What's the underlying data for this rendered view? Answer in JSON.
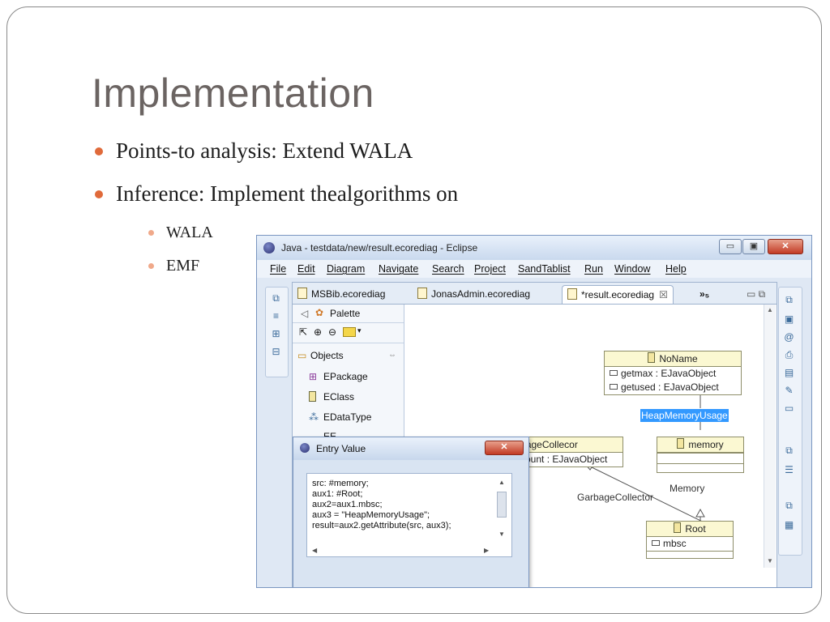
{
  "slide": {
    "title": "Implementation",
    "bullets": [
      "Points-to analysis: Extend WALA",
      "Inference: Implement thealgorithms on"
    ],
    "sub_bullets": [
      "WALA",
      "EMF"
    ]
  },
  "eclipse": {
    "title": "Java - testdata/new/result.ecorediag - Eclipse",
    "window_buttons": {
      "minimize": "▭",
      "maximize": "▣",
      "close": "✕"
    },
    "menu": [
      "File",
      "Edit",
      "Diagram",
      "Navigate",
      "Search",
      "Project",
      "SandTablist",
      "Run",
      "Window",
      "Help"
    ],
    "tabs": [
      {
        "label": "MSBib.ecorediag"
      },
      {
        "label": "JonasAdmin.ecorediag"
      },
      {
        "label": "*result.ecorediag"
      }
    ],
    "tab_overflow": "»₅",
    "palette": {
      "header": "Palette",
      "group": "Objects",
      "items": [
        "EPackage",
        "EClass",
        "EDataType",
        "EE"
      ]
    },
    "diagram": {
      "noname": {
        "title": "NoName",
        "attrs": [
          "getmax : EJavaObject",
          "getused : EJavaObject"
        ]
      },
      "garbage": {
        "title": "GarbageCollecor",
        "attrs": [
          "ount : EJavaObject"
        ]
      },
      "memory": {
        "title": "memory"
      },
      "root": {
        "title": "Root",
        "attrs": [
          "mbsc"
        ]
      },
      "labels": {
        "heap": "HeapMemoryUsage",
        "gc_assoc": "GarbageCollector",
        "mem_assoc": "Memory"
      }
    },
    "dialog": {
      "title": "Entry Value",
      "close": "✕",
      "lines": [
        "src: #memory;",
        "aux1: #Root;",
        "aux2=aux1.mbsc;",
        "aux3 = \"HeapMemoryUsage\";",
        "result=aux2.getAttribute(src, aux3);"
      ]
    }
  },
  "colors": {
    "bullet": "#e06a3a",
    "sub_bullet": "#f0a98a",
    "title": "#6b6462",
    "uml_header": "#fbf8d2",
    "selection": "#3399ff"
  }
}
